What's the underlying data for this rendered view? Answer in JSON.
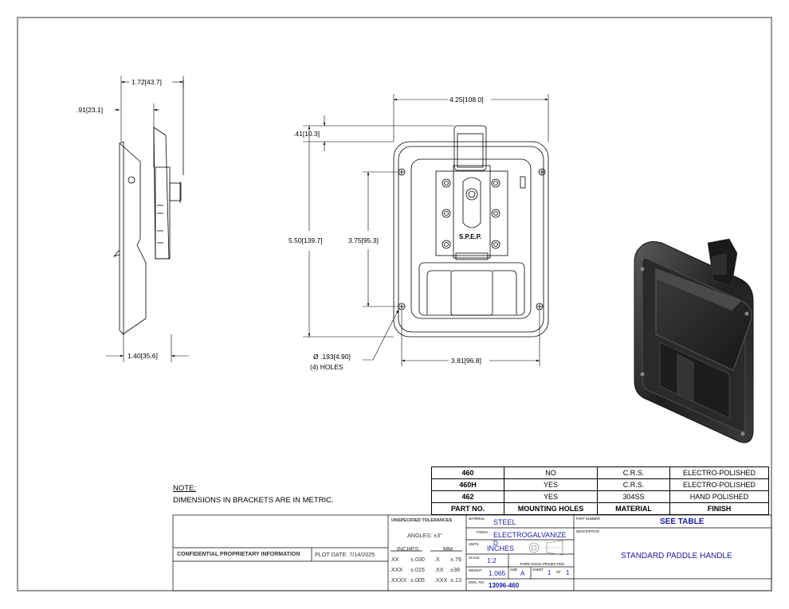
{
  "notes": {
    "heading": "NOTE:",
    "text": "DIMENSIONS IN BRACKETS ARE IN METRIC."
  },
  "side_view": {
    "dim_top_width": "1.72",
    "dim_top_width_mm": "43.7",
    "dim_depth": ".91",
    "dim_depth_mm": "23.1",
    "dim_bottom_width": "1.40",
    "dim_bottom_width_mm": "35.6"
  },
  "front_view": {
    "dim_overall_width": "4.25",
    "dim_overall_width_mm": "108.0",
    "dim_top_offset": ".41",
    "dim_top_offset_mm": "10.3",
    "dim_overall_height": "5.50",
    "dim_overall_height_mm": "139.7",
    "dim_hole_height": "3.75",
    "dim_hole_height_mm": "95.3",
    "dim_hole_width": "3.81",
    "dim_hole_width_mm": "96.8",
    "hole_dia_symbol": "Ø",
    "hole_dia": ".193",
    "hole_dia_mm": "4.90",
    "hole_count": "(4) HOLES",
    "brand_stamp": "S.P.E.P."
  },
  "parts_table": {
    "rows": [
      {
        "part": "460",
        "holes": "NO",
        "material": "C.R.S.",
        "finish": "ELECTRO-POLISHED"
      },
      {
        "part": "460H",
        "holes": "YES",
        "material": "C.R.S.",
        "finish": "ELECTRO-POLISHED"
      },
      {
        "part": "462",
        "holes": "YES",
        "material": "304SS",
        "finish": "HAND POLISHED"
      }
    ],
    "headers": {
      "part": "PART NO.",
      "holes": "MOUNTING HOLES",
      "material": "MATERIAL",
      "finish": "FINISH"
    }
  },
  "title_block": {
    "confidential": "CONFIDENTIAL PROPRIETARY INFORMATION",
    "plot_date_label": "PLOT DATE:",
    "plot_date": "7/14/2025",
    "tolerances_title": "UNSPECIFIED TOLERANCES",
    "angles": "ANGLES: ±3°",
    "inches_head": "INCHES",
    "mm_head": "MM",
    "tol_rows": [
      {
        "in": ".XX",
        "in_tol": "±.030",
        "mm": ".X",
        "mm_tol": "±.76"
      },
      {
        "in": ".XXX",
        "in_tol": "±.015",
        "mm": ".XX",
        "mm_tol": "±38"
      },
      {
        "in": ".XXXX",
        "in_tol": "±.005",
        "mm": ".XXX",
        "mm_tol": "±.13"
      }
    ],
    "material_label": "MATERIAL",
    "material": "STEEL",
    "finish_label": "FINISH",
    "finish": "ELECTROGALVANIZE",
    "finish_suffix": "D",
    "units_label": "UNITS",
    "units": "INCHES",
    "scale_label": "SCALE",
    "scale": "1:2",
    "projection": "THIRD ANGLE PROJECTION",
    "weight_label": "WEIGHT",
    "weight": "1.065",
    "size_label": "SIZE",
    "size": "A",
    "sheet_label": "SHEET",
    "sheet": "1",
    "of_label": "OF",
    "sheet_total": "1",
    "dwg_label": "DWG. NO.",
    "dwg_no": "13096-460",
    "part_number_label": "PART NUMBER",
    "part_number": "SEE TABLE",
    "description_label": "DESCRIPTION",
    "description": "STANDARD PADDLE HANDLE"
  },
  "colors": {
    "ink": "#000000",
    "title_blue": "#1a1aa8",
    "handle_dark": "#2b2b2b"
  }
}
